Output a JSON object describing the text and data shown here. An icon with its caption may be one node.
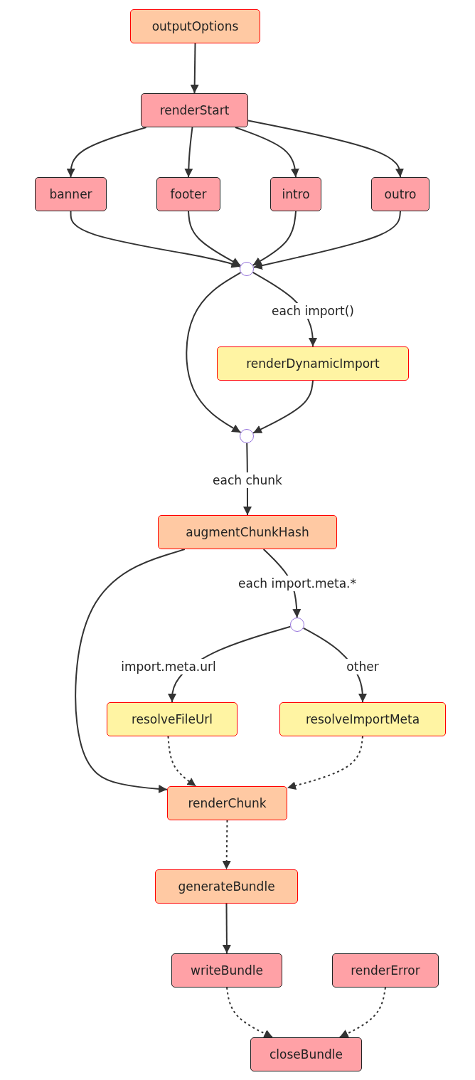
{
  "diagram": {
    "nodes": [
      {
        "text": [
          "outputOptions"
        ]
      },
      {
        "text": [
          "renderStart"
        ]
      },
      {
        "text": [
          "banner"
        ]
      },
      {
        "text": [
          "footer"
        ]
      },
      {
        "text": [
          "intro"
        ]
      },
      {
        "text": [
          "outro"
        ]
      },
      {
        "text": [],
        "shape": "circle"
      },
      {
        "text": [
          "renderDynamicImport"
        ]
      },
      {
        "text": [],
        "shape": "circle"
      },
      {
        "text": [
          "augmentChunkHash"
        ]
      },
      {
        "text": [],
        "shape": "circle"
      },
      {
        "text": [
          "resolveFileUrl"
        ]
      },
      {
        "text": [
          "resolveImportMeta"
        ]
      },
      {
        "text": [
          "renderChunk"
        ]
      },
      {
        "text": [
          "generateBundle"
        ]
      },
      {
        "text": [
          "writeBundle"
        ]
      },
      {
        "text": [
          "renderError"
        ]
      },
      {
        "text": [
          "closeBundle"
        ]
      }
    ],
    "edges": [
      {
        "from": 0,
        "to": 1,
        "arrow": "to"
      },
      {
        "from": 1,
        "to": 2,
        "arrow": "to"
      },
      {
        "from": 1,
        "to": 3,
        "arrow": "to"
      },
      {
        "from": 1,
        "to": 4,
        "arrow": "to"
      },
      {
        "from": 1,
        "to": 5,
        "arrow": "to"
      },
      {
        "from": 2,
        "to": 6,
        "arrow": "to"
      },
      {
        "from": 3,
        "to": 6,
        "arrow": "to"
      },
      {
        "from": 4,
        "to": 6,
        "arrow": "to"
      },
      {
        "from": 5,
        "to": 6,
        "arrow": "to"
      },
      {
        "from": 6,
        "to": 8,
        "arrow": "to"
      },
      {
        "from": 6,
        "to": 7,
        "arrow": "to",
        "label": "each import()"
      },
      {
        "from": 7,
        "to": 8,
        "arrow": "to"
      },
      {
        "from": 8,
        "to": 9,
        "arrow": "to",
        "label": "each chunk"
      },
      {
        "from": 9,
        "to": 13,
        "arrow": "to"
      },
      {
        "from": 9,
        "to": 10,
        "arrow": "to",
        "label": "each import.meta.*"
      },
      {
        "from": 10,
        "to": 11,
        "arrow": "to",
        "label": "import.meta.url"
      },
      {
        "from": 10,
        "to": 12,
        "arrow": "to",
        "label": "other"
      },
      {
        "from": 11,
        "to": 13,
        "arrow": "to",
        "style": "dashed"
      },
      {
        "from": 12,
        "to": 13,
        "arrow": "to",
        "style": "dashed"
      },
      {
        "from": 13,
        "to": 14,
        "arrow": "to",
        "style": "dashed"
      },
      {
        "from": 14,
        "to": 15,
        "arrow": "to"
      },
      {
        "from": 15,
        "to": 17,
        "arrow": "to",
        "style": "dashed"
      },
      {
        "from": 16,
        "to": 17,
        "arrow": "to",
        "style": "dashed"
      }
    ]
  }
}
